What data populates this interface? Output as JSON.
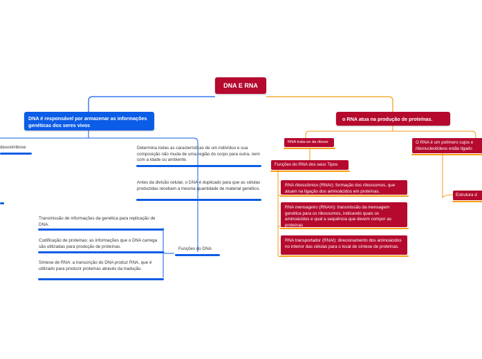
{
  "root": {
    "label": "DNA E RNA"
  },
  "dna": {
    "label": "DNA é responsável por armazenar as informações genéticas dos seres vivos",
    "partial_left": "desoxirribose",
    "items": [
      "Determina todas as características de um indivíduo e sua composição não muda de uma região do corpo para outra, nem com a idade ou ambiente.",
      "Antes da divisão celular, o DNA é duplicado para que as células produzidas recebam a mesma quantidade de material genético."
    ],
    "functions_label": "Funções do DNA",
    "functions": [
      "Transmissão de informações da genética para replicação de DNA.",
      "Codificação de proteínas: as informações que o DNA carrega são utilizadas para produção de proteínas.",
      "Síntese de RNA: a transcrição do DNA produz RNA, que é utilizado para produzir proteínas através da tradução."
    ]
  },
  "rna": {
    "label": "o RNA atua na produção de proteínas.",
    "ribose_label": "RNA trata-se da ribose",
    "types_label": "Funções do RNA dos seus Tipos",
    "types": [
      "RNA ribossômico (RNAr): formação dos ribossomos, que atuam na ligação dos aminoácidos em proteínas.",
      "RNA mensageiro (RNAm): transmissão da mensagem genética para os ribossomos, indicando quais os aminoácidos e qual a sequência que devem compor as proteínas",
      "RNA transportador (RNAt): direcionamento dos aminoácidos no interior das células para o local de síntese de proteínas."
    ],
    "polymer_label": "O RNA é um polímero cujos e ribonucleotídeos estão ligado",
    "structure_label": "Estrutura d"
  },
  "colors": {
    "blue": "#0b5ce6",
    "red": "#b5092e",
    "orange": "#f39c12"
  }
}
